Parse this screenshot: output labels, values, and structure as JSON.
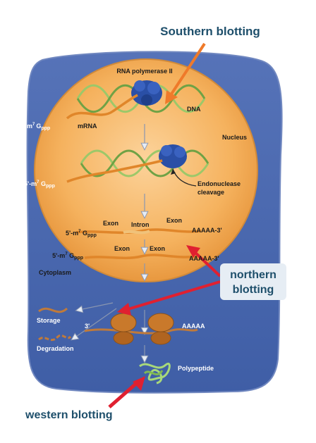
{
  "callouts": {
    "southern": "Southern blotting",
    "northern_line1": "northern",
    "northern_line2": "blotting",
    "western": "western blotting"
  },
  "labels": {
    "rna_polymerase": "RNA polymerase II",
    "dna": "DNA",
    "cap1_main": "m",
    "cap1_sup": "7",
    "cap1_tail": "G",
    "cap1_sub": "ppp",
    "mrna": "mRNA",
    "nucleus": "Nucleus",
    "cap2": "5'-m",
    "cap_sup": "7",
    "cap_G": " G",
    "cap_sub": "ppp",
    "endonuclease_1": "Endonuclease",
    "endonuclease_2": "cleavage",
    "exon_a": "Exon",
    "intron": "Intron",
    "exon_b": "Exon",
    "polyA_1": "AAAAA-3'",
    "exon_c": "Exon",
    "exon_d": "Exon",
    "polyA_2": "AAAAA-3'",
    "cytoplasm": "Cytoplasm",
    "storage": "Storage",
    "three_prime": "3'",
    "degradation": "Degradation",
    "polyA_3": "AAAAA",
    "polypeptide": "Polypeptide"
  },
  "colors": {
    "cell": "#4a68b0",
    "nucleus": "#f5b25e",
    "dna": "#8fbf5a",
    "polymerase": "#2a4fa6",
    "rna": "#e0862a",
    "ribosome": "#c9792b",
    "callout_text": "#1e4f6b",
    "red_arrow": "#e02030",
    "orange_arrow": "#ef7a2a",
    "polypeptide": "#a8d87a"
  }
}
